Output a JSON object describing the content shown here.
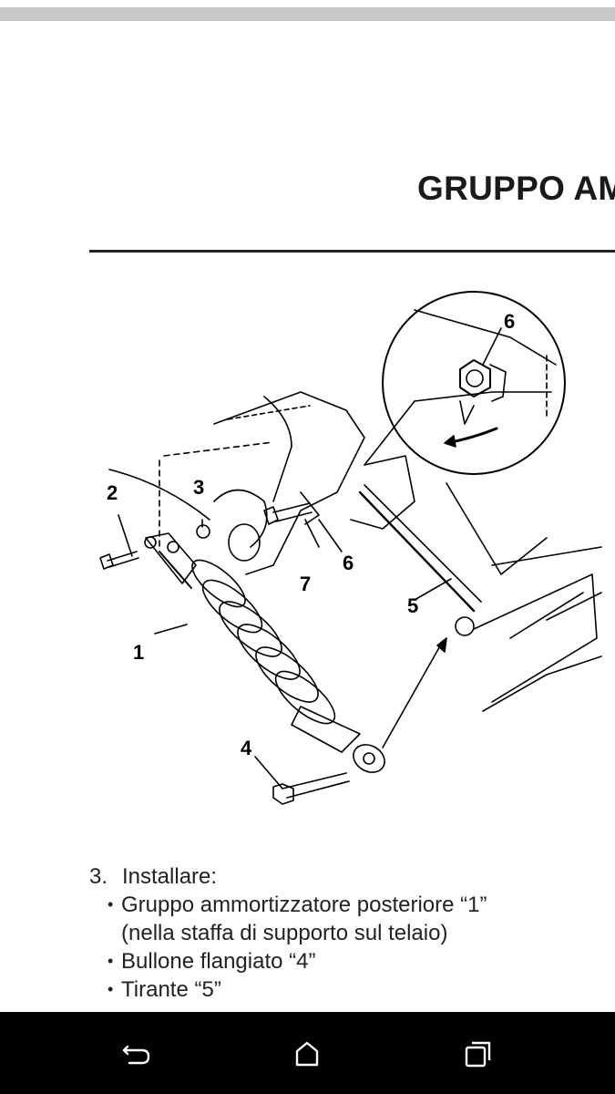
{
  "header": {
    "title": "GRUPPO AM"
  },
  "diagram": {
    "callouts": [
      "1",
      "2",
      "3",
      "4",
      "5",
      "6",
      "6",
      "7"
    ]
  },
  "instructions": {
    "step_number": "3.",
    "step_text": "Installare:",
    "bullets": [
      "Gruppo ammortizzatore posteriore “1”",
      "(nella staffa di supporto sul telaio)",
      "Bullone flangiato “4”",
      "Tirante “5”"
    ]
  },
  "nav": {
    "icons": [
      "back-icon",
      "home-icon",
      "recents-icon"
    ],
    "color": "#ffffff",
    "background": "#000000"
  }
}
